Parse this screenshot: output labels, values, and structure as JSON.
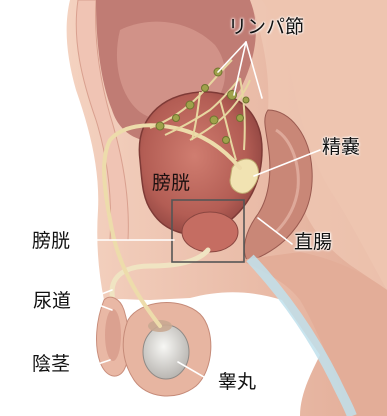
{
  "labels": {
    "lymph_nodes": "リンパ節",
    "bladder_inner": "膀胱",
    "bladder": "膀胱",
    "seminal_vesicle": "精嚢",
    "rectum": "直腸",
    "urethra": "尿道",
    "penis": "陰茎",
    "testis": "睾丸"
  },
  "colors": {
    "skin": "#ecc2ad",
    "tissue": "#c98e82",
    "bladder": "#b9645a",
    "vessel": "#e9d9a6",
    "lymph_node": "#9fa24b",
    "leader_line": "#ffffff",
    "highlight_box": "#555555",
    "accent_blue": "#bfe0ec"
  }
}
